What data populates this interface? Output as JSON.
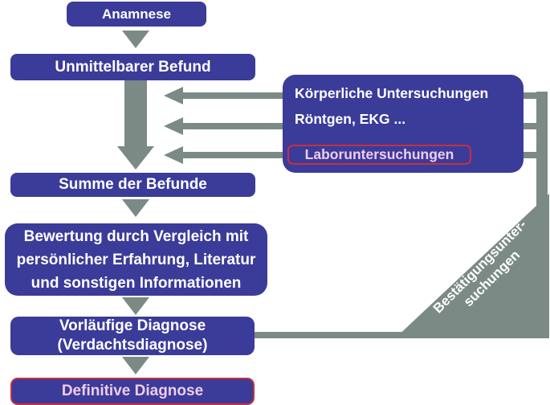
{
  "diagram": {
    "colors": {
      "node_blue": "#3b3b99",
      "connector_gray": "#7b8a85",
      "highlight_red_border": "#c5303f",
      "highlight_pink_text": "#f2cce9",
      "node_text": "#ffffff",
      "background": "#ffffff"
    },
    "nodes": {
      "anamnese": {
        "label": "Anamnese"
      },
      "unmittelbarer_befund": {
        "label": "Unmittelbarer Befund"
      },
      "summe_der_befunde": {
        "label": "Summe der Befunde"
      },
      "bewertung": {
        "lines": [
          "Bewertung durch Vergleich mit",
          "persönlicher Erfahrung, Literatur",
          "und sonstigen Informationen"
        ]
      },
      "vorlaeufige_diagnose": {
        "lines": [
          "Vorläufige Diagnose",
          "(Verdachtsdiagnose)"
        ]
      },
      "definitive_diagnose": {
        "label": "Definitive Diagnose"
      },
      "untersuchungen_panel": {
        "line1": "Körperliche Untersuchungen",
        "line2": "Röntgen, EKG ...",
        "line3": "Laboruntersuchungen"
      },
      "bestaetigungsuntersuchungen": {
        "lines": [
          "Bestätigungsunter-",
          "suchungen"
        ]
      }
    }
  }
}
